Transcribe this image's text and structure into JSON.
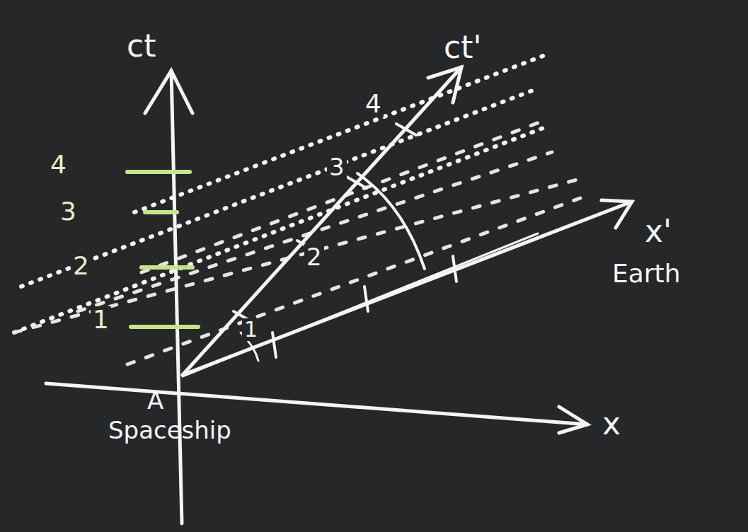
{
  "diagram": {
    "labels": [
      "ct",
      "ct'",
      "4",
      "3",
      "2",
      "1",
      "4",
      "3",
      "2",
      "1",
      "x'",
      "Earth",
      "x",
      "A",
      "Spaceship"
    ]
  }
}
